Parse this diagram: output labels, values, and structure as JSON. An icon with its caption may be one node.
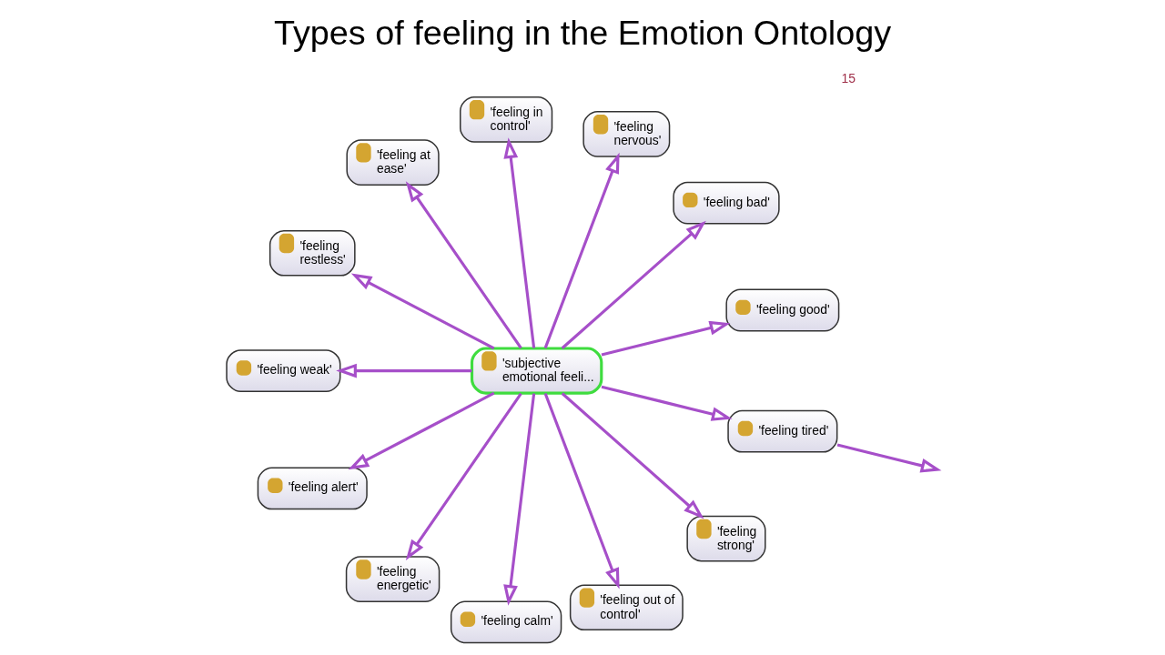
{
  "diagram": {
    "title": "Types of feeling in the Emotion Ontology",
    "nodes": [
      {
        "text": [
          "'feeling in control'"
        ]
      },
      {
        "text": [
          "'feeling at ease'"
        ]
      },
      {
        "text": [
          "'feeling nervous'"
        ]
      },
      {
        "text": [
          "'feeling bad'"
        ]
      },
      {
        "text": [
          "'feeling restless'"
        ]
      },
      {
        "text": [
          "'feeling good'"
        ]
      },
      {
        "text": [
          "'feeling weak'"
        ]
      },
      {
        "text": [
          "'subjective emotional feeli..."
        ]
      },
      {
        "text": [
          "'feeling tired'"
        ]
      },
      {
        "text": [
          "'feeling alert'"
        ]
      },
      {
        "text": [
          "'feeling strong'"
        ]
      },
      {
        "text": [
          "'feeling energetic'"
        ]
      },
      {
        "text": [
          "'feeling out of control'"
        ]
      },
      {
        "text": [
          "'feeling calm'"
        ]
      }
    ],
    "edges": [
      {
        "from": 7,
        "to": 5,
        "arrow": "to"
      },
      {
        "from": 7,
        "to": 3,
        "arrow": "to"
      },
      {
        "from": 7,
        "to": 2,
        "arrow": "to"
      },
      {
        "from": 7,
        "to": 0,
        "arrow": "to"
      },
      {
        "from": 7,
        "to": 1,
        "arrow": "to"
      },
      {
        "from": 7,
        "to": 4,
        "arrow": "to"
      },
      {
        "from": 7,
        "to": 6,
        "arrow": "to"
      },
      {
        "from": 7,
        "to": 9,
        "arrow": "to"
      },
      {
        "from": 7,
        "to": 11,
        "arrow": "to"
      },
      {
        "from": 7,
        "to": 13,
        "arrow": "to"
      },
      {
        "from": 7,
        "to": 12,
        "arrow": "to"
      },
      {
        "from": 7,
        "to": 10,
        "arrow": "to"
      },
      {
        "from": 7,
        "to": 8,
        "arrow": "to"
      },
      {
        "from": 8,
        "to": null,
        "arrow": "to"
      }
    ],
    "labels": [
      "15"
    ]
  }
}
